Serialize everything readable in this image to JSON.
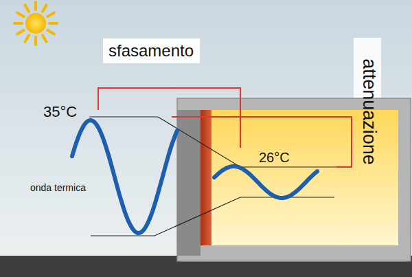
{
  "diagram": {
    "nodes": [
      {
        "text": [
          "sfasamento"
        ]
      }
    ],
    "labels": [
      "attenuazione",
      "35°C",
      "26°C",
      "onda termica"
    ]
  }
}
